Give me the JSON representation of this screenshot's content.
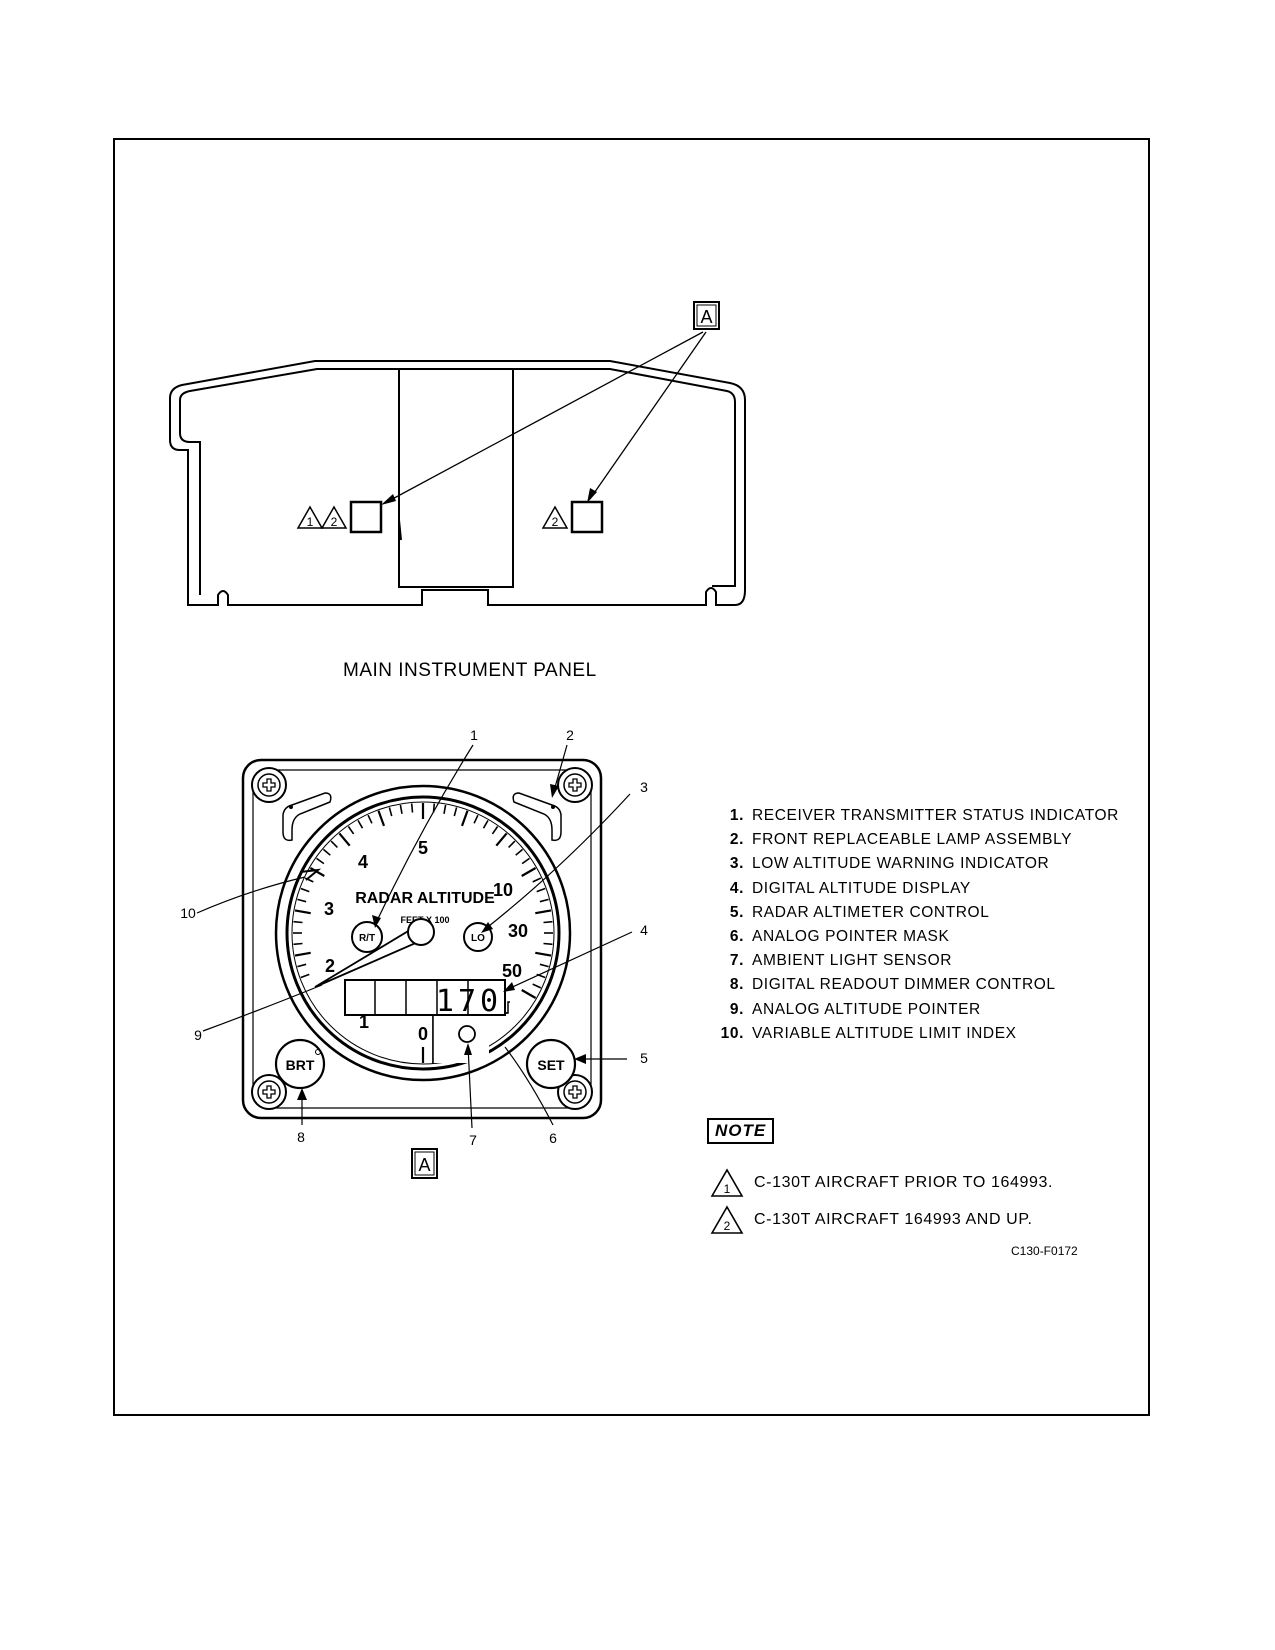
{
  "panel_title": "MAIN INSTRUMENT PANEL",
  "view_letter": "A",
  "markers": {
    "one": "1",
    "two": "2"
  },
  "gauge": {
    "title": "RADAR ALTITUDE",
    "units": "FEET X 100",
    "scale_labels": [
      "0",
      "1",
      "2",
      "3",
      "4",
      "5",
      "10",
      "30",
      "50"
    ],
    "digital_readout": "170",
    "buttons": {
      "rt": "R/T",
      "lo": "LO",
      "brt": "BRT",
      "set": "SET"
    }
  },
  "callouts": [
    "1",
    "2",
    "3",
    "4",
    "5",
    "6",
    "7",
    "8",
    "9",
    "10"
  ],
  "legend": [
    {
      "num": "1.",
      "text": "RECEIVER TRANSMITTER STATUS INDICATOR"
    },
    {
      "num": "2.",
      "text": "FRONT REPLACEABLE LAMP ASSEMBLY"
    },
    {
      "num": "3.",
      "text": "LOW ALTITUDE WARNING INDICATOR"
    },
    {
      "num": "4.",
      "text": "DIGITAL ALTITUDE DISPLAY"
    },
    {
      "num": "5.",
      "text": "RADAR ALTIMETER CONTROL"
    },
    {
      "num": "6.",
      "text": "ANALOG POINTER MASK"
    },
    {
      "num": "7.",
      "text": "AMBIENT LIGHT SENSOR"
    },
    {
      "num": "8.",
      "text": "DIGITAL READOUT DIMMER CONTROL"
    },
    {
      "num": "9.",
      "text": "ANALOG ALTITUDE POINTER"
    },
    {
      "num": "10.",
      "text": "VARIABLE ALTITUDE LIMIT INDEX"
    }
  ],
  "note": {
    "title": "NOTE",
    "items": [
      {
        "marker": "1",
        "text": "C-130T AIRCRAFT PRIOR TO 164993."
      },
      {
        "marker": "2",
        "text": "C-130T AIRCRAFT 164993 AND UP."
      }
    ]
  },
  "figure_id": "C130-F0172"
}
